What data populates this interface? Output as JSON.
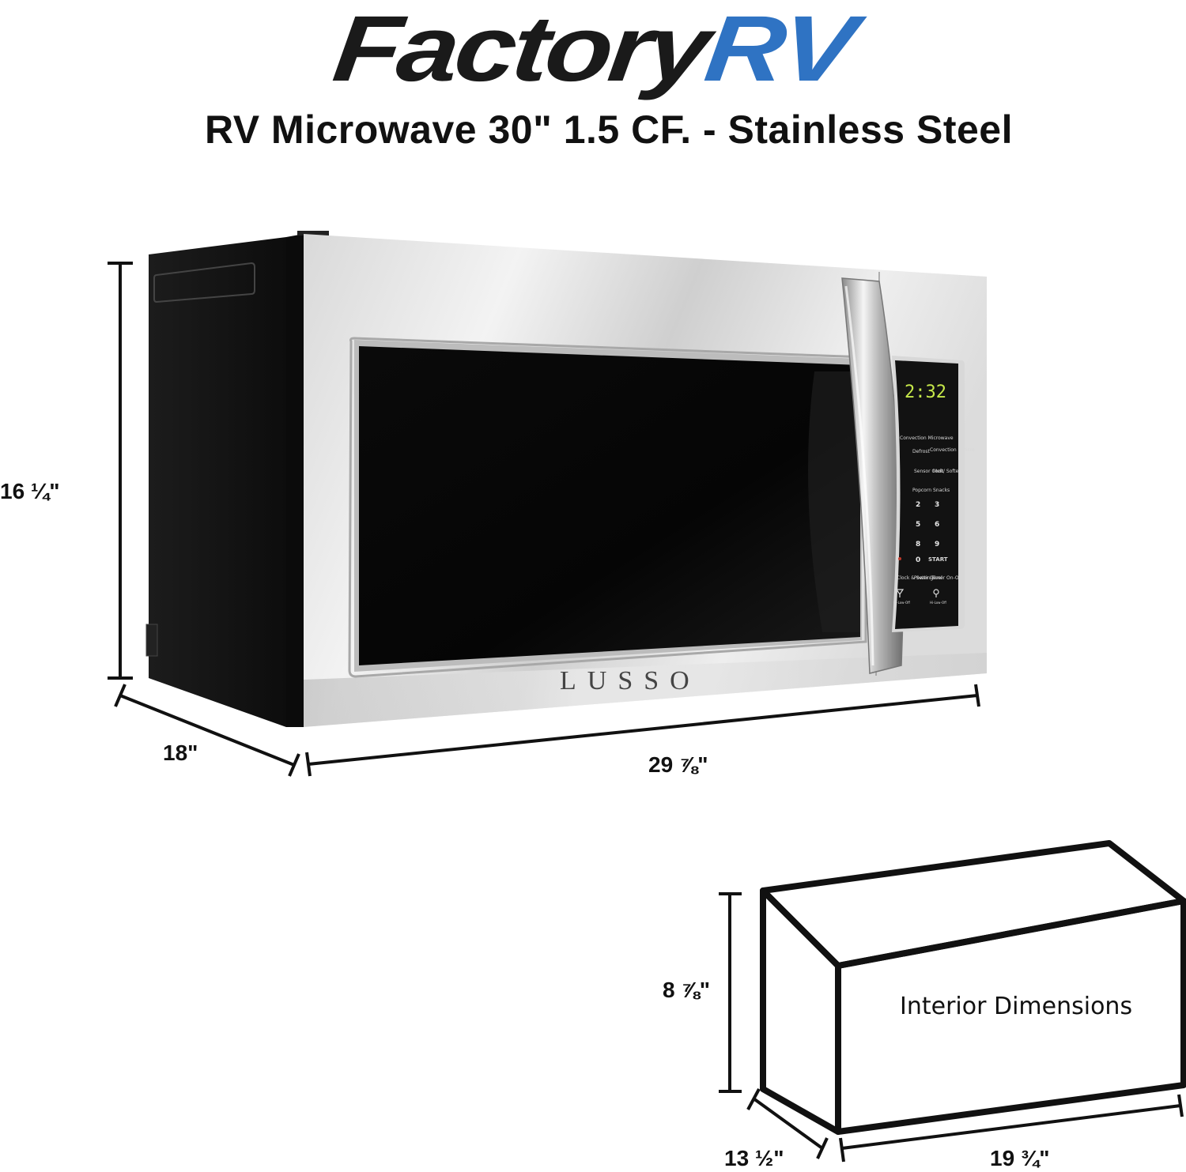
{
  "brand": {
    "logo_part1": "Factory",
    "logo_part2": "RV",
    "logo_colors": {
      "part1": "#1a1a1a",
      "part2": "#2f73c3"
    }
  },
  "product": {
    "title": "RV Microwave 30\" 1.5 CF. - Stainless Steel",
    "maker_badge": "LUSSO",
    "color_finish": "Stainless Steel",
    "display_time": "2:32"
  },
  "control_panel": {
    "header": "Convection Microwave",
    "buttons": [
      {
        "label": "Defrost"
      },
      {
        "label": "Convection +Micro"
      },
      {
        "label": "Sensor Cook"
      },
      {
        "label": "Melt/ Soften"
      },
      {
        "label": "Popcorn"
      },
      {
        "label": "Snacks"
      },
      {
        "label": "2"
      },
      {
        "label": "3"
      },
      {
        "label": "5"
      },
      {
        "label": "6"
      },
      {
        "label": "8"
      },
      {
        "label": "9"
      },
      {
        "label": "0"
      },
      {
        "label": "START"
      },
      {
        "label": "Clock & Settings"
      },
      {
        "label": "Power Level"
      },
      {
        "label": "Timer On-Off"
      },
      {
        "label": "Hi-Low-Off",
        "icon": "fan-icon"
      },
      {
        "label": "Hi-Low-Off",
        "icon": "light-bulb-icon"
      }
    ]
  },
  "exterior_dimensions": {
    "height": "16 ¼\"",
    "depth": "18\"",
    "width": "29 ⅞\""
  },
  "interior_dimensions": {
    "label": "Interior Dimensions",
    "height": "8 ⅞\"",
    "depth": "13 ½\"",
    "width": "19 ¾\""
  }
}
